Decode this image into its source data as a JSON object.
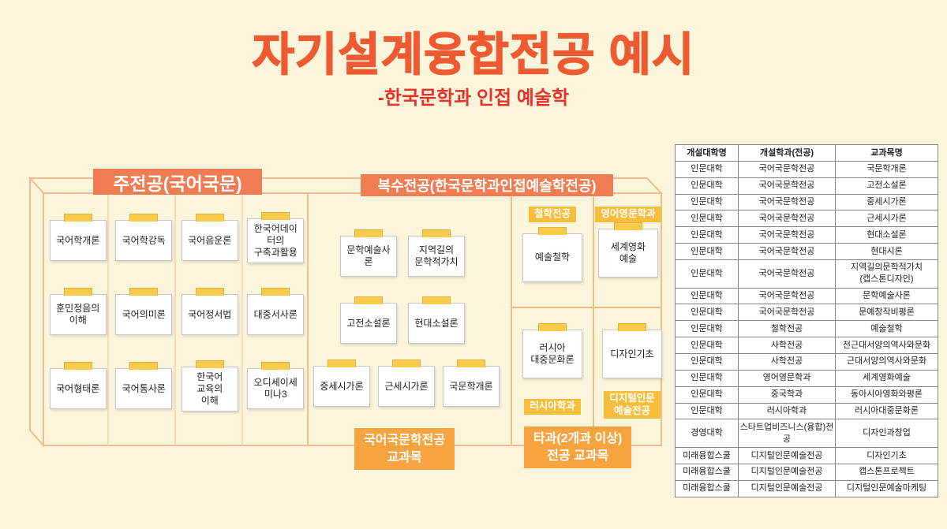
{
  "title": "자기설계융합전공 예시",
  "subtitle": "-한국문학과 인접 예술학",
  "colors": {
    "background": "#FBF5DC",
    "title": "#EE5A31",
    "subtitle": "#E5332A",
    "header_badge": "#EF7C52",
    "footer_badge": "#F7A440",
    "mini_label": "#F7BE3D",
    "card_tab": "#F8CB4C",
    "box_outline": "#F2BC8C"
  },
  "main_major": {
    "header": "주전공(국어국문)",
    "cards": [
      "국어학개론",
      "국어학강독",
      "국어음운론",
      "한국어데이터의\n구축과활용",
      "훈민정음의\n이해",
      "국어의미론",
      "국어정서법",
      "대중서사론",
      "국어형태론",
      "국어통사론",
      "한국어\n교육의\n이해",
      "오디세이세미나3"
    ]
  },
  "double_major": {
    "header": "복수전공(한국문학과인접예술학전공)",
    "rows": [
      [
        "문학예술사론",
        "지역길의\n문학적가치"
      ],
      [
        "고전소설론",
        "현대소설론"
      ],
      [
        "중세시가론",
        "근세시가론",
        "국문학개론"
      ]
    ],
    "footer_label": "국어국문학전공\n교과목"
  },
  "other_depts": {
    "sections": [
      {
        "dept_label": "철학전공",
        "course": "예술철학"
      },
      {
        "dept_label": "영어영문학과",
        "course": "세계영화\n예술"
      },
      {
        "dept_label": "러시아학과",
        "course": "러시아\n대중문화론"
      },
      {
        "dept_label": "디지털인문\n예술전공",
        "course": "디자인기초"
      }
    ],
    "footer_label": "타과(2개과 이상)\n전공 교과목"
  },
  "table": {
    "headers": [
      "개설대학명",
      "개설학과(전공)",
      "교과목명"
    ],
    "rows": [
      [
        "인문대학",
        "국어국문학전공",
        "국문학개론"
      ],
      [
        "인문대학",
        "국어국문학전공",
        "고전소설론"
      ],
      [
        "인문대학",
        "국어국문학전공",
        "중세시가론"
      ],
      [
        "인문대학",
        "국어국문학전공",
        "근세시가론"
      ],
      [
        "인문대학",
        "국어국문학전공",
        "현대소설론"
      ],
      [
        "인문대학",
        "국어국문학전공",
        "현대시론"
      ],
      [
        "인문대학",
        "국어국문학전공",
        "지역길의문학적가치\n(캡스톤디자인)"
      ],
      [
        "인문대학",
        "국어국문학전공",
        "문학예술사론"
      ],
      [
        "인문대학",
        "국어국문학전공",
        "문예창작비평론"
      ],
      [
        "인문대학",
        "철학전공",
        "예술철학"
      ],
      [
        "인문대학",
        "사학전공",
        "전근대서양의역사와문화"
      ],
      [
        "인문대학",
        "사학전공",
        "근대서양의역사와문화"
      ],
      [
        "인문대학",
        "영어영문학과",
        "세계영화예술"
      ],
      [
        "인문대학",
        "중국학과",
        "동아시아영화와평론"
      ],
      [
        "인문대학",
        "러시아학과",
        "러시아대중문화론"
      ],
      [
        "경영대학",
        "스타트업비즈니스(융합)전공",
        "디자인과창업"
      ],
      [
        "미래융합스쿨",
        "디지털인문예술전공",
        "디자인기초"
      ],
      [
        "미래융합스쿨",
        "디지털인문예술전공",
        "캡스톤프로젝트"
      ],
      [
        "미래융합스쿨",
        "디지털인문예술전공",
        "디지털인문예술마케팅"
      ]
    ]
  }
}
